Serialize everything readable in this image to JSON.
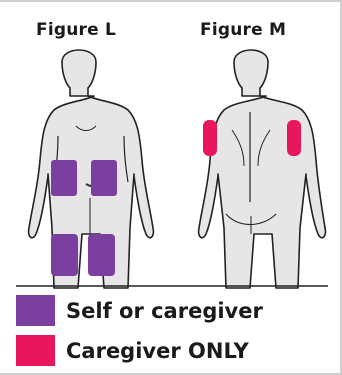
{
  "figures": {
    "left_title": "Figure L",
    "right_title": "Figure M"
  },
  "legend": [
    {
      "label": "Self or caregiver",
      "color": "#7b3fa0"
    },
    {
      "label": "Caregiver ONLY",
      "color": "#e8175d"
    }
  ],
  "colors": {
    "body_fill": "#e6e6e6",
    "body_outline": "#222222",
    "self_or_caregiver": "#7b3fa0",
    "caregiver_only": "#e8175d"
  }
}
